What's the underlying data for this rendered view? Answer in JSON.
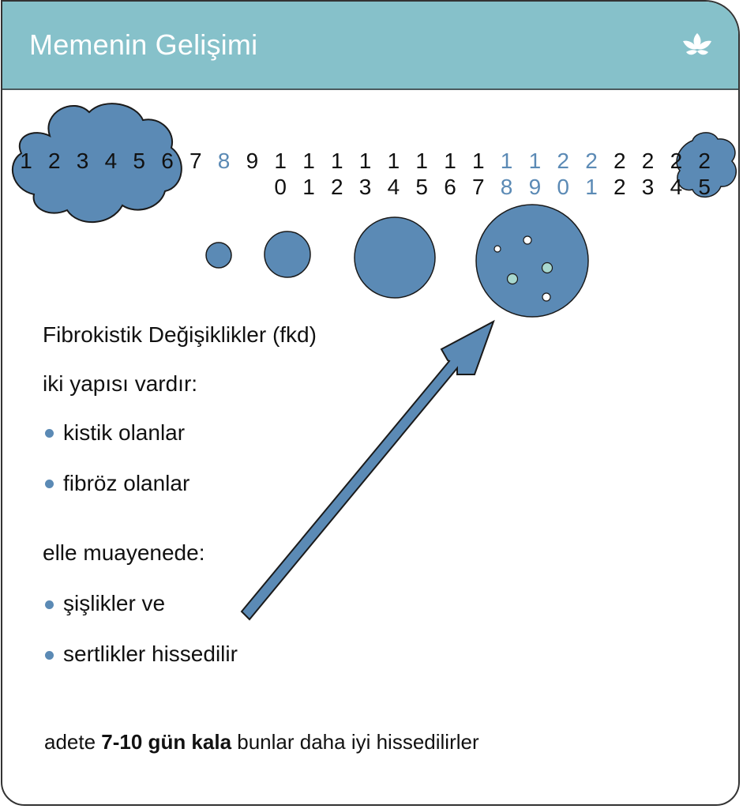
{
  "header": {
    "title": "Memenin Gelişimi",
    "icon": "lotus-icon"
  },
  "colors": {
    "header_bg": "#86c1ca",
    "accent": "#5b8ab5",
    "highlight_number": "#5b8ab5",
    "spot_teal": "#a8d8cf"
  },
  "cycle_days": {
    "numbers": [
      {
        "top": "1",
        "bottom": ""
      },
      {
        "top": "2",
        "bottom": ""
      },
      {
        "top": "3",
        "bottom": ""
      },
      {
        "top": "4",
        "bottom": ""
      },
      {
        "top": "5",
        "bottom": ""
      },
      {
        "top": "6",
        "bottom": ""
      },
      {
        "top": "7",
        "bottom": ""
      },
      {
        "top": "8",
        "bottom": "",
        "highlight": true
      },
      {
        "top": "9",
        "bottom": ""
      },
      {
        "top": "1",
        "bottom": "0"
      },
      {
        "top": "1",
        "bottom": "1"
      },
      {
        "top": "1",
        "bottom": "2"
      },
      {
        "top": "1",
        "bottom": "3"
      },
      {
        "top": "1",
        "bottom": "4"
      },
      {
        "top": "1",
        "bottom": "5"
      },
      {
        "top": "1",
        "bottom": "6"
      },
      {
        "top": "1",
        "bottom": "7"
      },
      {
        "top": "1",
        "bottom": "8",
        "highlight": true
      },
      {
        "top": "1",
        "bottom": "9",
        "highlight": true
      },
      {
        "top": "2",
        "bottom": "0",
        "highlight": true
      },
      {
        "top": "2",
        "bottom": "1",
        "highlight": true
      },
      {
        "top": "2",
        "bottom": "2"
      },
      {
        "top": "2",
        "bottom": "3"
      },
      {
        "top": "2",
        "bottom": "4"
      },
      {
        "top": "2",
        "bottom": "5"
      }
    ]
  },
  "content": {
    "heading_line1": "Fibrokistik Değişiklikler (fkd)",
    "heading_line2": "iki yapısı vardır:",
    "types": [
      "kistik olanlar",
      "fibröz olanlar"
    ],
    "exam_heading": "elle muayenede:",
    "exam_findings": [
      "şişlikler ve",
      "sertlikler hissedilir"
    ],
    "footnote_pre": "adete ",
    "footnote_bold": "7-10 gün kala",
    "footnote_post": " bunlar daha iyi hissedilirler"
  }
}
